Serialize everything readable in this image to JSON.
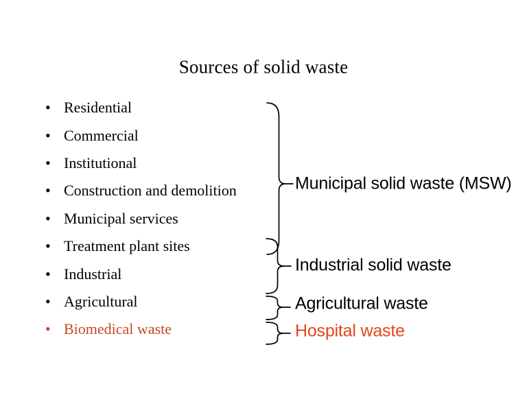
{
  "slide": {
    "title": "Sources of solid waste",
    "bullet_char": "•",
    "bullets": [
      {
        "label": "Residential"
      },
      {
        "label": "Commercial"
      },
      {
        "label": "Institutional"
      },
      {
        "label": "Construction and demolition"
      },
      {
        "label": "Municipal services"
      },
      {
        "label": "Treatment plant sites"
      },
      {
        "label": "Industrial"
      },
      {
        "label": "Agricultural"
      },
      {
        "label": "Biomedical waste"
      }
    ],
    "groups": [
      {
        "label": "Municipal solid waste (MSW)"
      },
      {
        "label": "Industrial solid waste"
      },
      {
        "label": "Agricultural waste"
      },
      {
        "label": "Hospital waste"
      }
    ],
    "colors": {
      "background": "#ffffff",
      "text": "#000000",
      "accent_left": "#c34a24",
      "accent_right": "#e1461c"
    }
  }
}
